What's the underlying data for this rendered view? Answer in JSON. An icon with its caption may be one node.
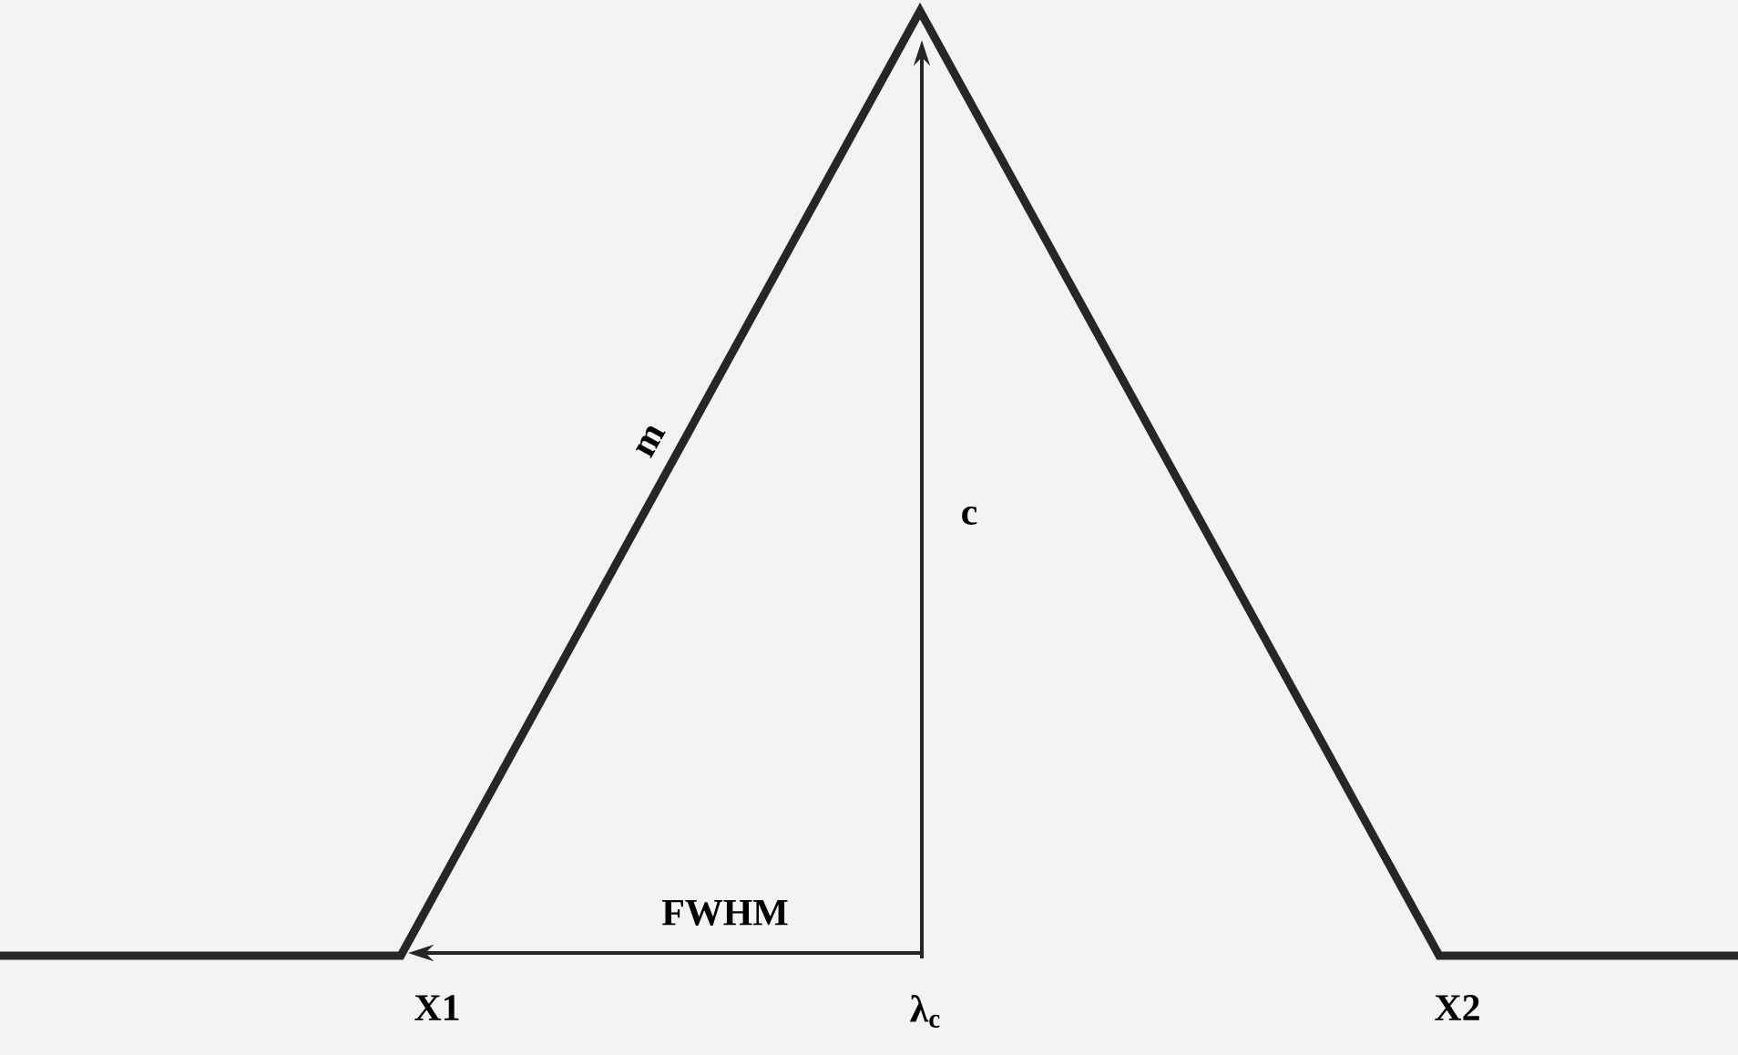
{
  "diagram": {
    "labels": [
      "m",
      "c",
      "FWHM",
      "X1",
      "λ$_{c}$",
      "X2"
    ]
  }
}
